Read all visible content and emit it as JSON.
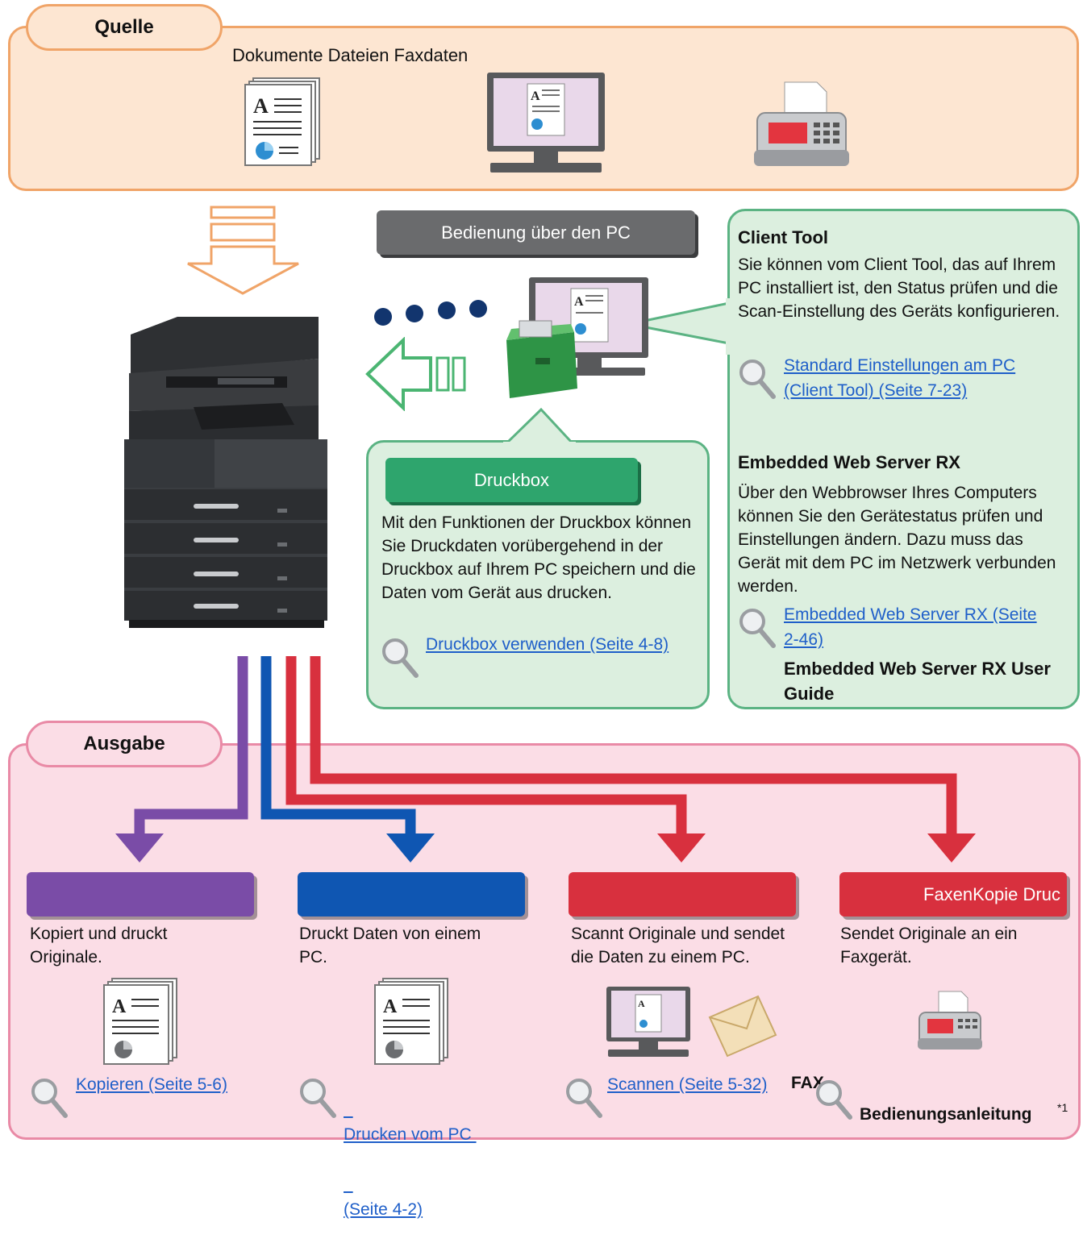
{
  "source": {
    "tab_label": "Quelle",
    "caption": "Dokumente Dateien Faxdaten"
  },
  "pc_operation": {
    "label": "Bedienung über den PC"
  },
  "client_tool": {
    "title": "Client Tool",
    "body": "Sie können vom Client Tool, das auf Ihrem PC installiert ist, den Status prüfen und die Scan-Einstellung des Geräts konfigurieren.",
    "link_line1": "Standard Einstellungen am PC",
    "link_line2": "(Client Tool) (Seite 7-23)"
  },
  "ews": {
    "title": "Embedded Web Server RX",
    "body": "Über den Webbrowser Ihres Computers können Sie den Gerätestatus prüfen und Einstellungen ändern. Dazu muss das Gerät mit dem PC im Netzwerk verbunden werden.",
    "link_line1": "Embedded Web Server RX (Seite",
    "link_line2": "2-46)",
    "guide": "Embedded Web Server RX User Guide"
  },
  "druckbox": {
    "label": "Druckbox",
    "body": "Mit den Funktionen der Druckbox können Sie Druckdaten vorübergehend in der Druckbox auf Ihrem PC speichern und die Daten vom Gerät aus drucken.",
    "link": "Druckbox verwenden (Seite 4-8)"
  },
  "output": {
    "tab_label": "Ausgabe",
    "functions": [
      {
        "label": "",
        "desc_line1": "Kopiert und druckt",
        "desc_line2": "Originale.",
        "link_line1": "Kopieren (Seite 5-6)",
        "link_line2": ""
      },
      {
        "label": "",
        "desc_line1": "Druckt Daten von einem",
        "desc_line2": "PC.",
        "link_line1": "Drucken vom PC ",
        "link_line2": "(Seite 4-2)"
      },
      {
        "label": "",
        "desc_line1": "Scannt Originale und sendet",
        "desc_line2": "die Daten zu einem PC.",
        "link_line1": "Scannen (Seite 5-32)",
        "link_line2": ""
      },
      {
        "label": "FaxenKopie Druc",
        "desc_line1": "Sendet Originale an ein",
        "desc_line2": "Faxgerät.",
        "link_line1": "",
        "link_line2": ""
      }
    ],
    "fax_label": "FAX",
    "manual": "Bedienungsanleitung",
    "footnote": "*1"
  },
  "colors": {
    "source_bg": "#fde6d2",
    "source_border": "#f0a468",
    "output_bg": "#fbdde6",
    "output_border": "#e98aa6",
    "green_bg": "#dcefdf",
    "green_border": "#5bb383",
    "copy": "#7a4ca7",
    "print": "#0f56b2",
    "scan": "#d8303e",
    "fax": "#d8303e",
    "link": "#1f5fc9"
  }
}
